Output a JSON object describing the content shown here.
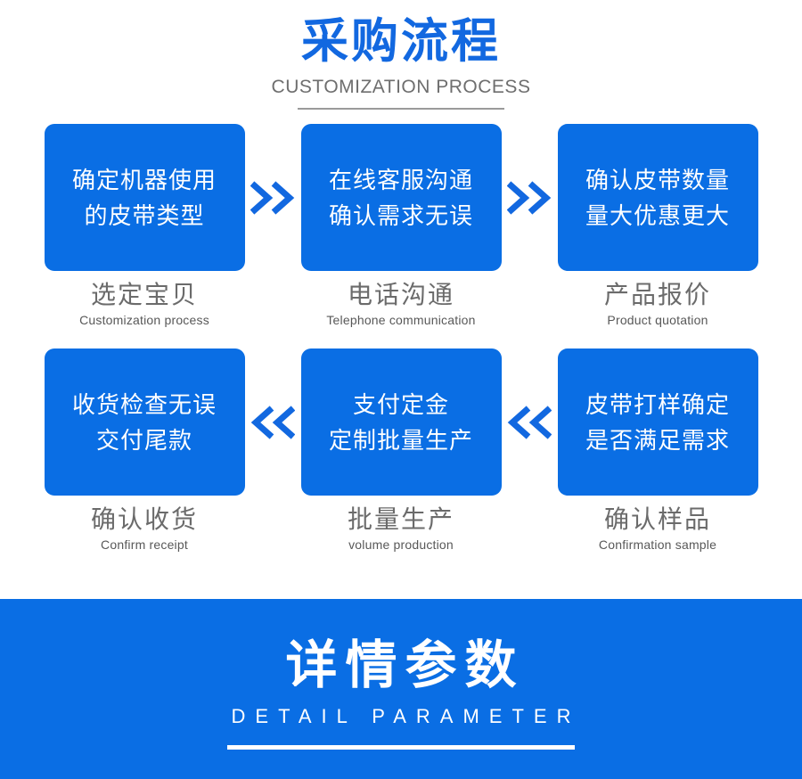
{
  "header": {
    "title_cn": "采购流程",
    "title_en": "CUSTOMIZATION PROCESS",
    "accent_color": "#0a6ee4",
    "rule_color": "#9a9a9a"
  },
  "flow": {
    "row1_arrow_direction": "right",
    "row2_arrow_direction": "left",
    "arrow_glyph_row1": ">>",
    "arrow_glyph_row2": "<<",
    "rows": [
      {
        "steps": [
          {
            "box_line1": "确定机器使用",
            "box_line2": "的皮带类型",
            "caption_cn": "选定宝贝",
            "caption_en": "Customization process"
          },
          {
            "box_line1": "在线客服沟通",
            "box_line2": "确认需求无误",
            "caption_cn": "电话沟通",
            "caption_en": "Telephone communication"
          },
          {
            "box_line1": "确认皮带数量",
            "box_line2": "量大优惠更大",
            "caption_cn": "产品报价",
            "caption_en": "Product quotation"
          }
        ]
      },
      {
        "steps": [
          {
            "box_line1": "收货检查无误",
            "box_line2": "交付尾款",
            "caption_cn": "确认收货",
            "caption_en": "Confirm receipt"
          },
          {
            "box_line1": "支付定金",
            "box_line2": "定制批量生产",
            "caption_cn": "批量生产",
            "caption_en": "volume production"
          },
          {
            "box_line1": "皮带打样确定",
            "box_line2": "是否满足需求",
            "caption_cn": "确认样品",
            "caption_en": "Confirmation sample"
          }
        ]
      }
    ]
  },
  "banner": {
    "title_cn": "详情参数",
    "title_en": "DETAIL PARAMETER",
    "background_color": "#0a6ee4",
    "text_color": "#ffffff"
  }
}
